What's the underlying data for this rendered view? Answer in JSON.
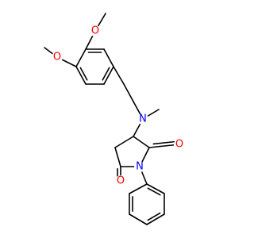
{
  "molecule": {
    "atom_labels": {
      "o_methoxy_top": "O",
      "o_methoxy_left": "O",
      "n_amine": "N",
      "o_carbonyl_right": "O",
      "o_carbonyl_left": "O",
      "n_imide": "N"
    },
    "colors": {
      "bond": "#000000",
      "oxygen": "#ff0000",
      "nitrogen": "#0000ff"
    }
  }
}
